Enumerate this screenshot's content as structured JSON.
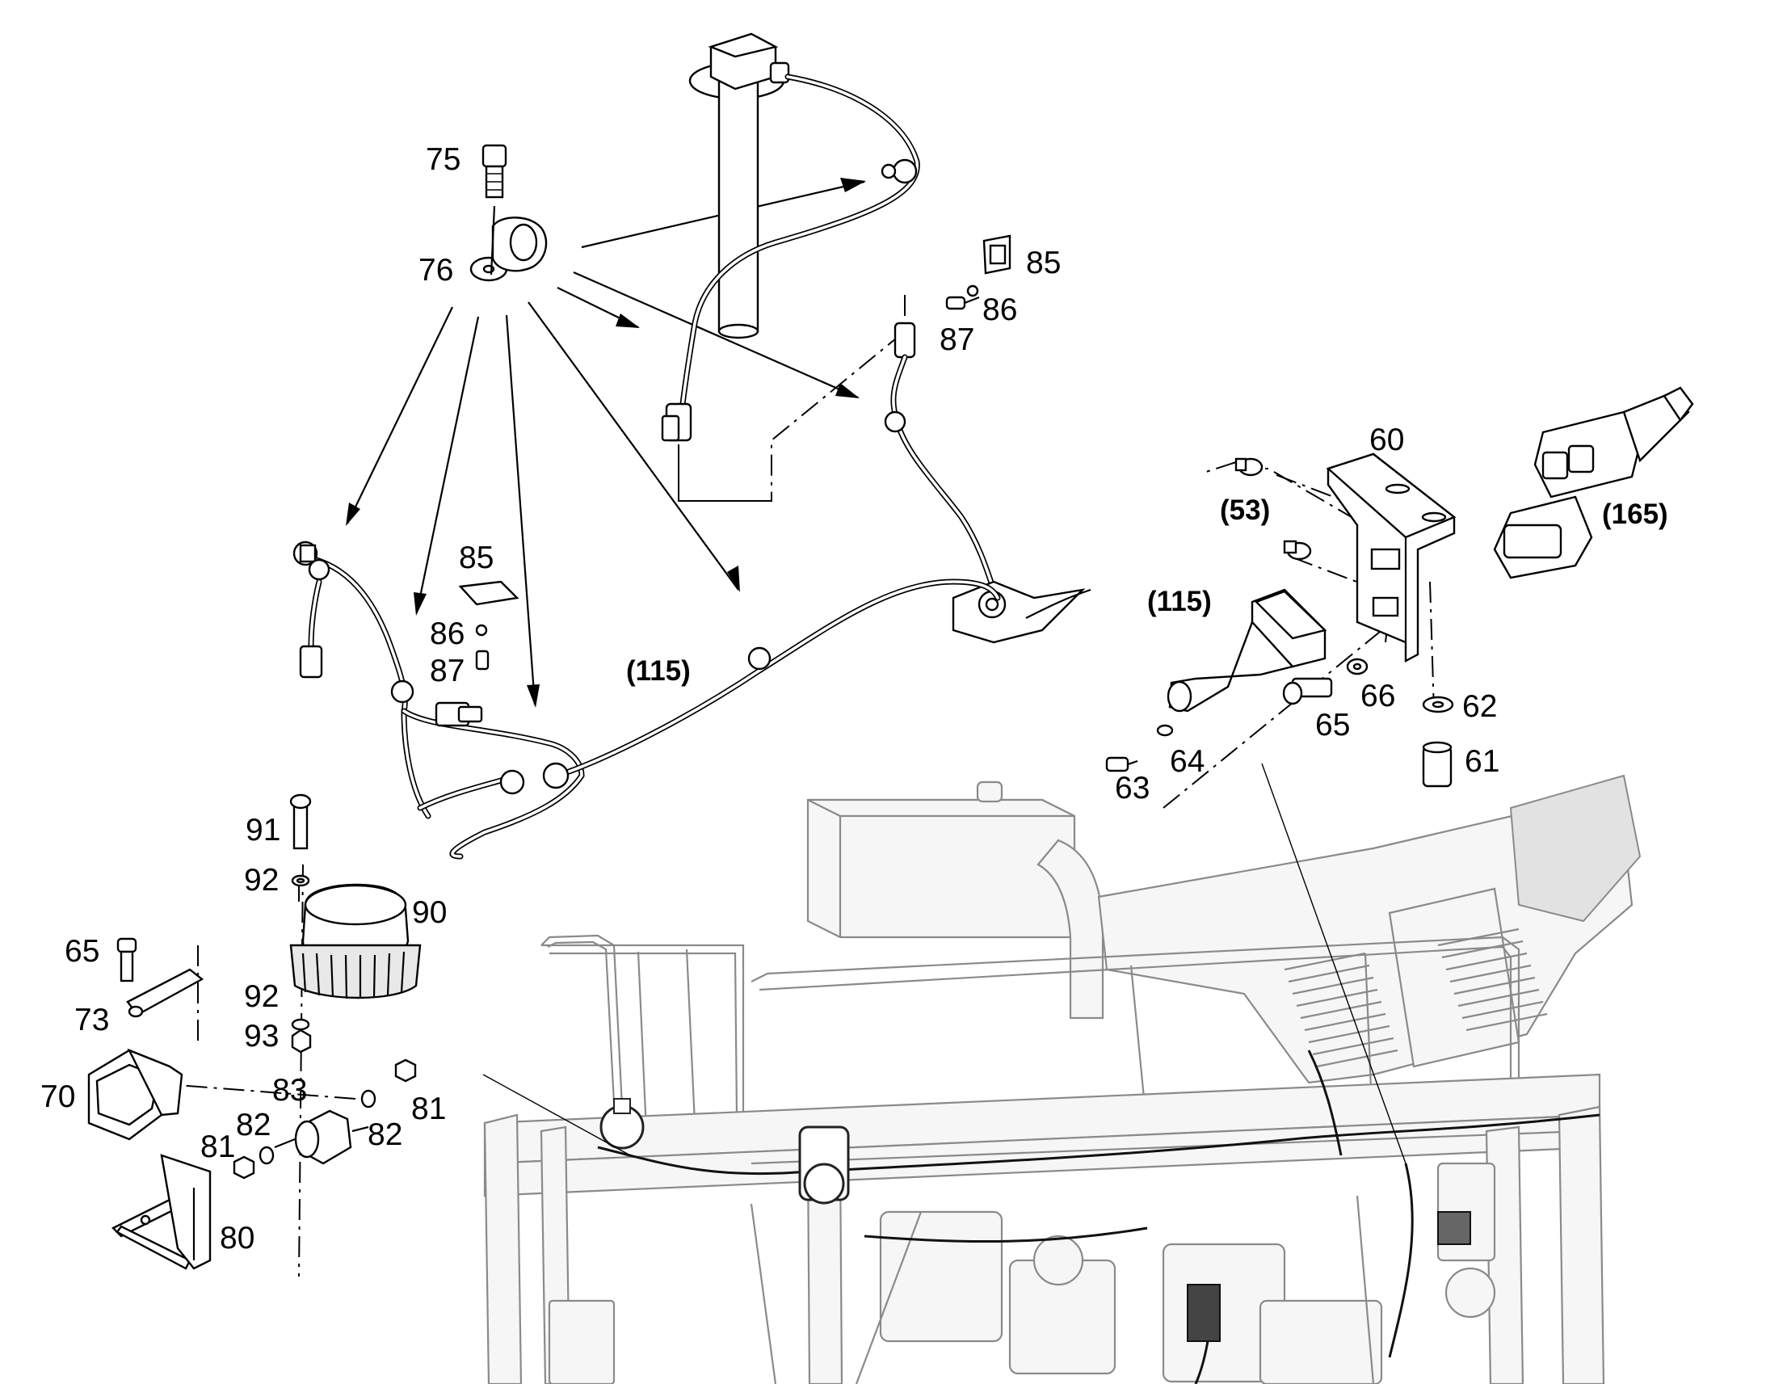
{
  "labels": {
    "l75": "75",
    "l76": "76",
    "l85a": "85",
    "l86a": "86",
    "l87a": "87",
    "l85b": "85",
    "l86b": "86",
    "l87b": "87",
    "l115a": "(115)",
    "l115b": "(115)",
    "l60": "60",
    "l53": "(53)",
    "l165": "(165)",
    "l66": "66",
    "l65a": "65",
    "l62": "62",
    "l64": "64",
    "l63": "63",
    "l61": "61",
    "l91": "91",
    "l92a": "92",
    "l90": "90",
    "l92b": "92",
    "l93": "93",
    "l65b": "65",
    "l73": "73",
    "l70": "70",
    "l83": "83",
    "l81a": "81",
    "l82a": "82",
    "l82b": "82",
    "l81b": "81",
    "l80": "80"
  }
}
